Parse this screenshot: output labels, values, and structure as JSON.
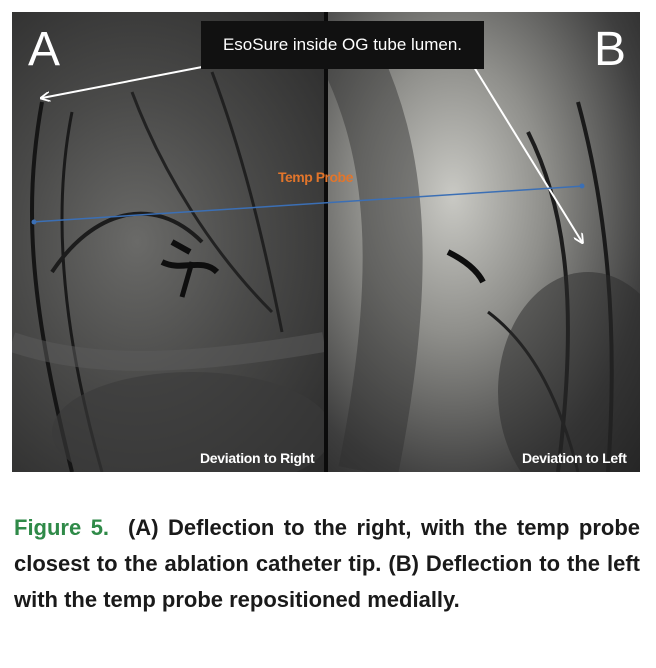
{
  "figure": {
    "panel_a_letter": "A",
    "panel_b_letter": "B",
    "title_box": "EsoSure inside OG tube lumen.",
    "probe_label": "Temp Probe",
    "deviation_right": "Deviation to Right",
    "deviation_left": "Deviation to Left"
  },
  "caption": {
    "label": "Figure 5.",
    "text": "(A) Deflection to the right, with the temp probe closest to the ablation catheter tip. (B) Deflection to the left with the temp probe repositioned medially."
  },
  "colors": {
    "caption_label": "#2f8a48",
    "probe_label": "#e2752b",
    "probe_line": "#3b6fb5"
  }
}
